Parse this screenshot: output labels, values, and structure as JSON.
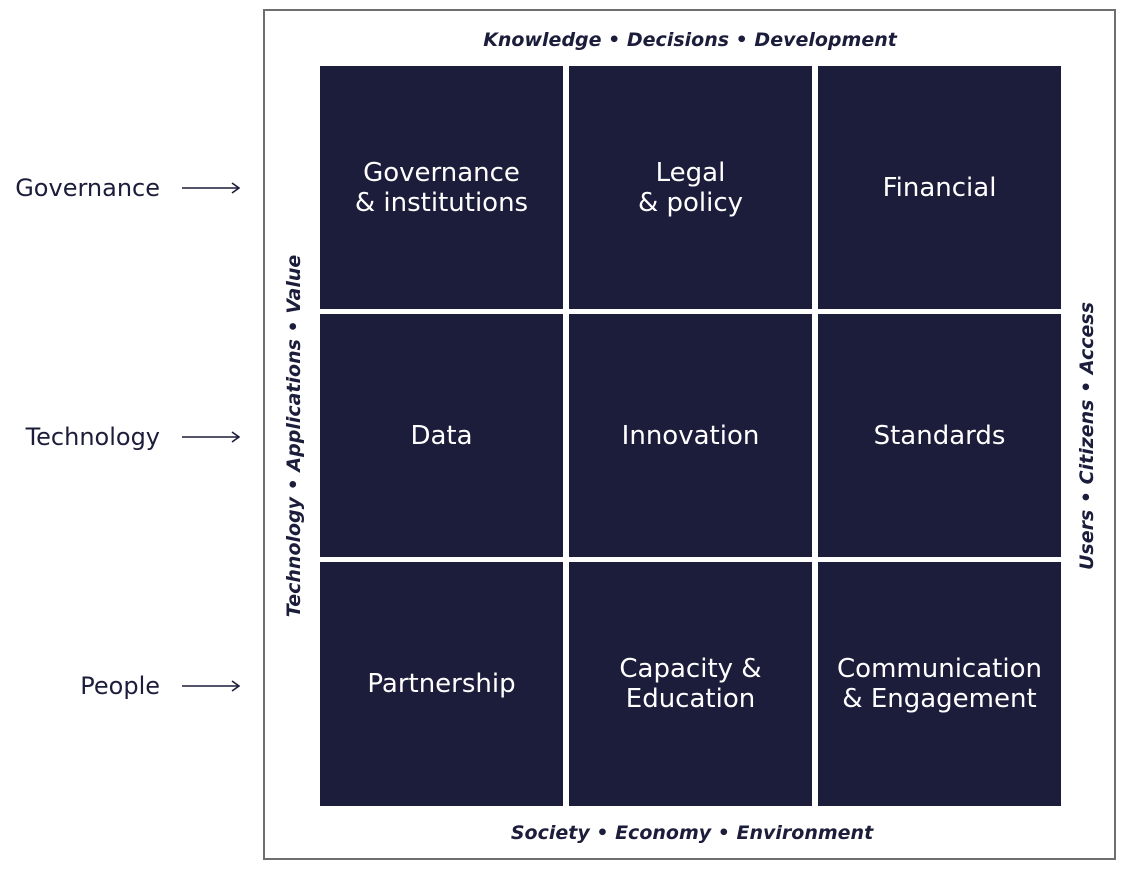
{
  "edges": {
    "top": "Knowledge • Decisions • Development",
    "bottom": "Society • Economy • Environment",
    "left": "Technology • Applications • Value",
    "right": "Users • Citizens • Access"
  },
  "rows": [
    {
      "label": "Governance"
    },
    {
      "label": "Technology"
    },
    {
      "label": "People"
    }
  ],
  "cells": [
    "Governance\n& institutions",
    "Legal\n& policy",
    "Financial",
    "Data",
    "Innovation",
    "Standards",
    "Partnership",
    "Capacity &\nEducation",
    "Communication\n& Engagement"
  ],
  "colors": {
    "cell_fill": "#1c1c3b",
    "text": "#1b1d3a",
    "frame": "#6f6f6f"
  }
}
